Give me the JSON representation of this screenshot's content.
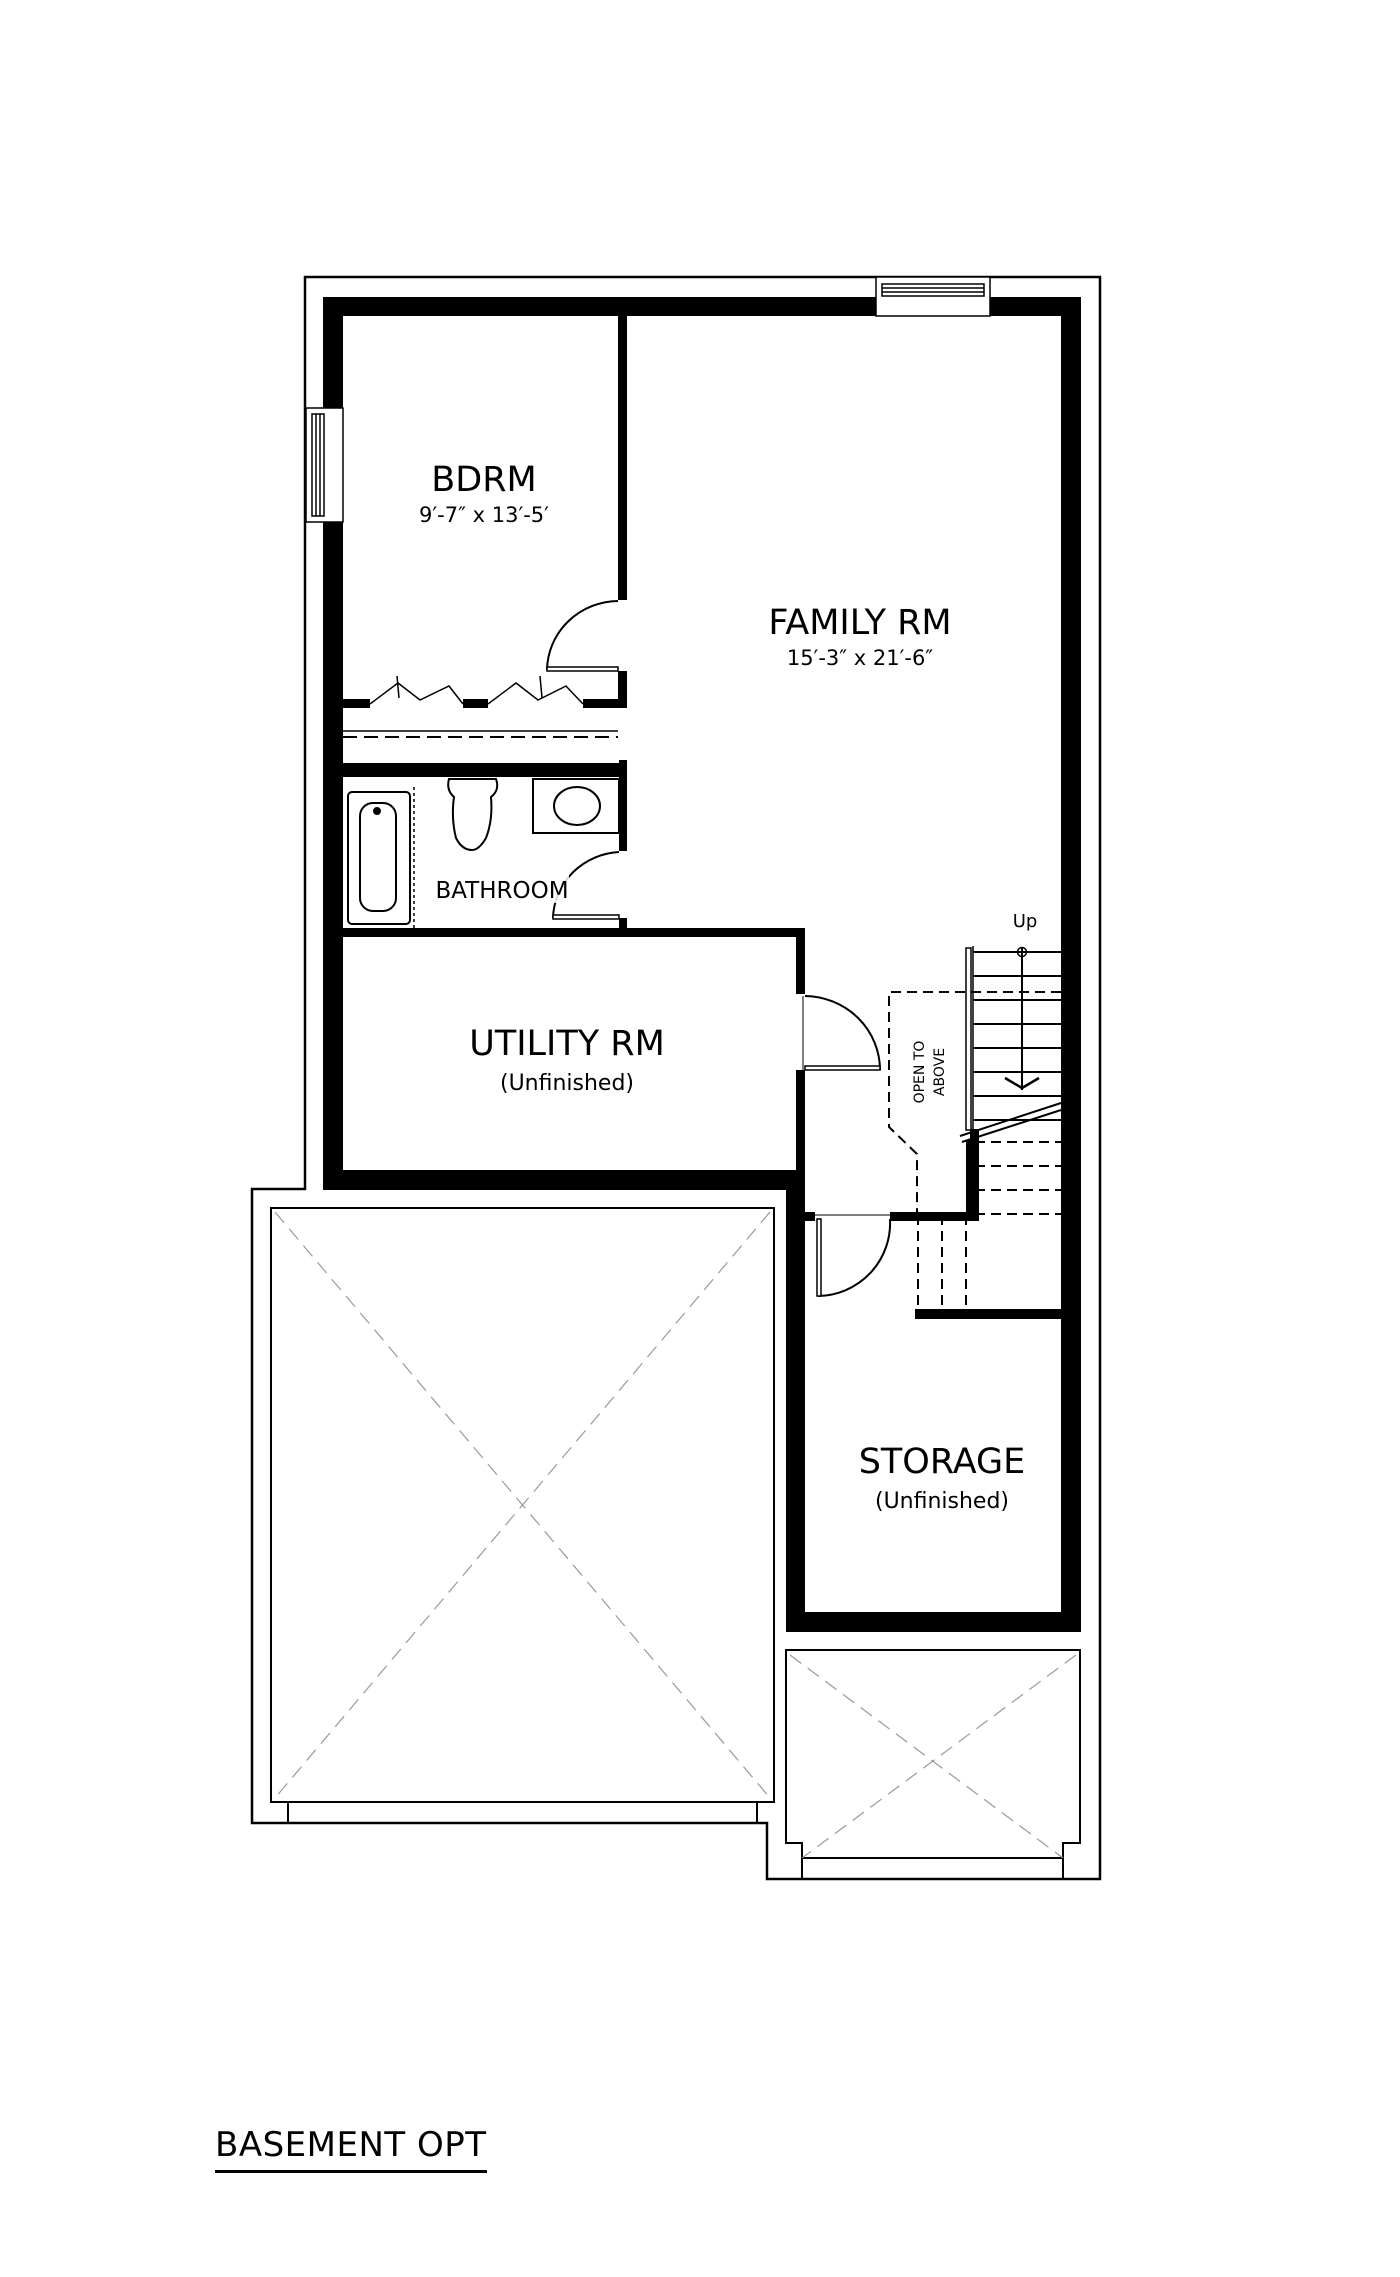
{
  "plan": {
    "title": "BASEMENT OPT",
    "colors": {
      "wall": "#000000",
      "line": "#000000",
      "hatch": "#9a9a9a",
      "tile": "#bdbdbd",
      "background": "#ffffff"
    }
  },
  "rooms": {
    "bedroom": {
      "name": "BDRM",
      "size": "9′-7″ x 13′-5′"
    },
    "family": {
      "name": "FAMILY RM",
      "size": "15′-3″ x 21′-6″"
    },
    "bathroom": {
      "name": "BATHROOM"
    },
    "utility": {
      "name": "UTILITY RM",
      "note": "(Unfinished)"
    },
    "storage": {
      "name": "STORAGE",
      "note": "(Unfinished)"
    }
  },
  "stairs": {
    "direction_label": "Up",
    "open_to_above_line1": "OPEN TO",
    "open_to_above_line2": "ABOVE"
  }
}
